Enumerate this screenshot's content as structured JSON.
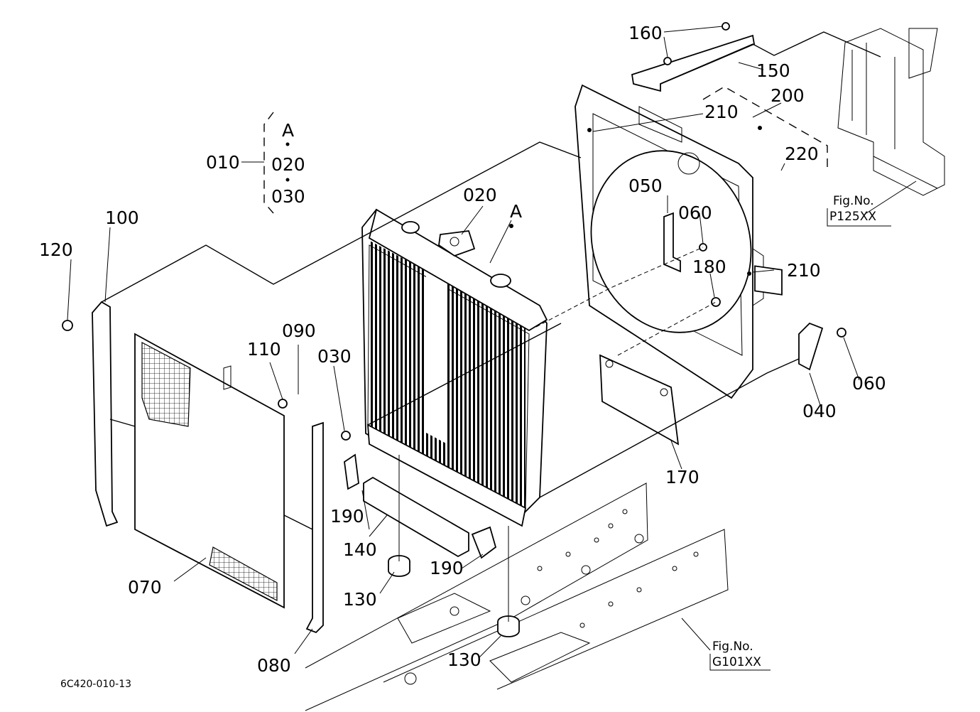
{
  "drawing_code": "6C420-010-13",
  "group": {
    "label": "010",
    "items": [
      "A",
      "020",
      "030"
    ]
  },
  "marker": "A",
  "parts": [
    {
      "id": "p020",
      "label": "020"
    },
    {
      "id": "p030",
      "label": "030"
    },
    {
      "id": "p040",
      "label": "040"
    },
    {
      "id": "p050",
      "label": "050"
    },
    {
      "id": "p060a",
      "label": "060"
    },
    {
      "id": "p060b",
      "label": "060"
    },
    {
      "id": "p070",
      "label": "070"
    },
    {
      "id": "p080",
      "label": "080"
    },
    {
      "id": "p090",
      "label": "090"
    },
    {
      "id": "p100",
      "label": "100"
    },
    {
      "id": "p110",
      "label": "110"
    },
    {
      "id": "p120",
      "label": "120"
    },
    {
      "id": "p130a",
      "label": "130"
    },
    {
      "id": "p130b",
      "label": "130"
    },
    {
      "id": "p140",
      "label": "140"
    },
    {
      "id": "p150",
      "label": "150"
    },
    {
      "id": "p160",
      "label": "160"
    },
    {
      "id": "p170",
      "label": "170"
    },
    {
      "id": "p180",
      "label": "180"
    },
    {
      "id": "p190a",
      "label": "190"
    },
    {
      "id": "p190b",
      "label": "190"
    },
    {
      "id": "p200",
      "label": "200"
    },
    {
      "id": "p210a",
      "label": "210"
    },
    {
      "id": "p210b",
      "label": "210"
    },
    {
      "id": "p220",
      "label": "220"
    }
  ],
  "references": [
    {
      "title": "Fig.No.",
      "code": "P125XX"
    },
    {
      "title": "Fig.No.",
      "code": "G101XX"
    }
  ]
}
